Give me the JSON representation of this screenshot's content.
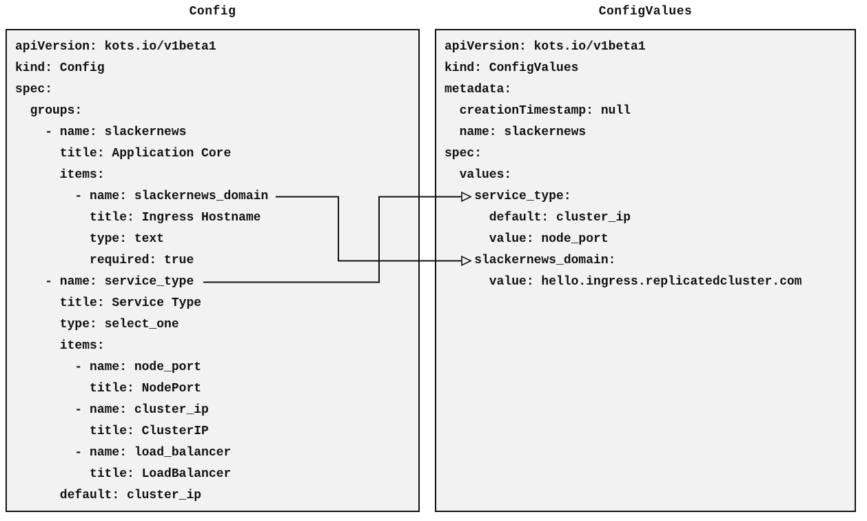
{
  "colors": {
    "page_bg": "#ffffff",
    "box_bg": "#f2f2f2",
    "box_border": "#111111",
    "text": "#111111",
    "arrow": "#111111"
  },
  "left_panel": {
    "title": "Config",
    "lines": [
      "apiVersion: kots.io/v1beta1",
      "kind: Config",
      "spec:",
      "  groups:",
      "    - name: slackernews",
      "      title: Application Core",
      "      items:",
      "        - name: slackernews_domain",
      "          title: Ingress Hostname",
      "          type: text",
      "          required: true",
      "    - name: service_type",
      "      title: Service Type",
      "      type: select_one",
      "      items:",
      "        - name: node_port",
      "          title: NodePort",
      "        - name: cluster_ip",
      "          title: ClusterIP",
      "        - name: load_balancer",
      "          title: LoadBalancer",
      "      default: cluster_ip"
    ]
  },
  "right_panel": {
    "title": "ConfigValues",
    "lines": [
      "apiVersion: kots.io/v1beta1",
      "kind: ConfigValues",
      "metadata:",
      "  creationTimestamp: null",
      "  name: slackernews",
      "spec:",
      "  values:",
      "    service_type:",
      "      default: cluster_ip",
      "      value: node_port",
      "    slackernews_domain:",
      "      value: hello.ingress.replicatedcluster.com"
    ]
  },
  "connections": [
    {
      "from": "Config item slackernews_domain",
      "to": "ConfigValues value slackernews_domain"
    },
    {
      "from": "Config item service_type",
      "to": "ConfigValues value service_type"
    }
  ]
}
